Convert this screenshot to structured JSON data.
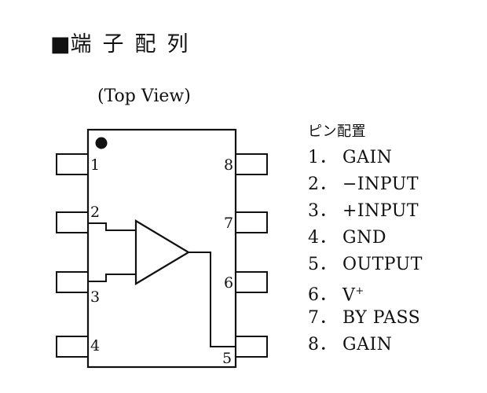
{
  "heading": {
    "mark": "■",
    "text": "端子配列"
  },
  "view_label": "(Top View)",
  "chip": {
    "pin_labels": [
      "1",
      "2",
      "3",
      "4",
      "5",
      "6",
      "7",
      "8"
    ]
  },
  "pin_list": {
    "title": "ピン配置",
    "items": [
      {
        "num": "1．",
        "name": "GAIN"
      },
      {
        "num": "2．",
        "name": "−INPUT"
      },
      {
        "num": "3．",
        "name": "+INPUT"
      },
      {
        "num": "4．",
        "name": "GND"
      },
      {
        "num": "5．",
        "name": "OUTPUT"
      },
      {
        "num": "6．",
        "name": "V",
        "sup": "+"
      },
      {
        "num": "7．",
        "name": "BY PASS"
      },
      {
        "num": "8．",
        "name": "GAIN"
      }
    ]
  }
}
